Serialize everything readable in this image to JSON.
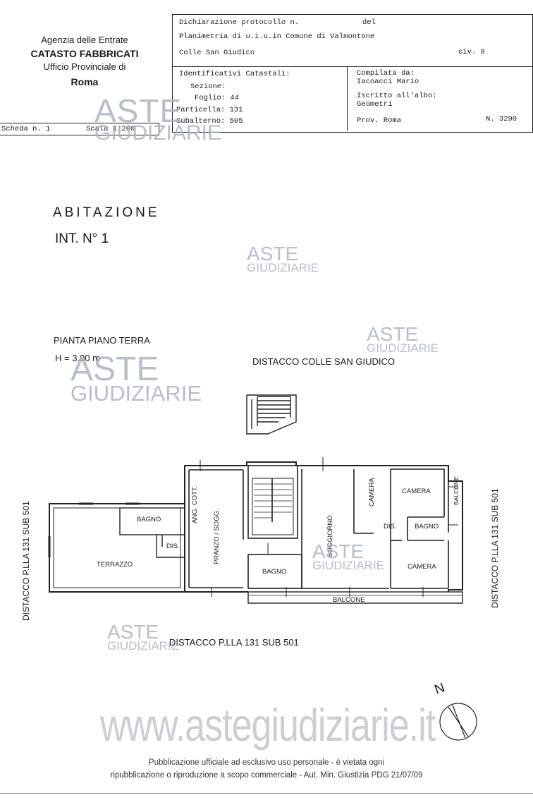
{
  "agency": {
    "line1": "Agenzia delle Entrate",
    "line2": "CATASTO FABBRICATI",
    "line3": "Ufficio Provinciale di",
    "line4": "Roma"
  },
  "scheda": {
    "label": "Scheda n. 1",
    "scala": "Scala 1:200"
  },
  "declaration": {
    "protocol": "Dichiarazione protocollo n.",
    "del": "del",
    "planimetria": "Planimetria di u.i.u.in Comune di Valmontone",
    "address": "Colle San Giudico",
    "civ": "civ. 8"
  },
  "identifiers": {
    "title": "Identificativi Catastali:",
    "sezione": "Sezione:",
    "foglio": "Foglio: 44",
    "particella": "Particella: 131",
    "subalterno": "Subalterno: 505"
  },
  "compiler": {
    "compilata": "Compilata da:",
    "name": "Iacoacci Mario",
    "iscritto": "Iscritto all'albo:",
    "albo": "Geometri",
    "prov": "Prov. Roma",
    "numero": "N. 3290"
  },
  "heading": {
    "title": "ABITAZIONE",
    "interno": "INT. N° 1",
    "floor": "PIANTA PIANO TERRA",
    "height": "H = 3.00 m"
  },
  "plan": {
    "top_label": "DISTACCO  COLLE SAN GIUDICO",
    "bottom_label": "DISTACCO  P.LLA 131  SUB 501",
    "left_label": "DISTACCO  P.LLA 131   SUB 501",
    "right_label": "DISTACCO  P.LLA 131   SUB 501",
    "rooms": {
      "bagno_left": "BAGNO",
      "dis_left": "DIS.",
      "terrazzo": "TERRAZZO",
      "ang_cott": "ANG. COTT.",
      "pranzo": "PRANZO / SOGG.",
      "bagno_mid": "BAGNO",
      "soggiorno": "SOGGIORNO",
      "camera_small": "CAMERA",
      "camera_top": "CAMERA",
      "balcone_side": "BALCONE",
      "dis_right": "DIS.",
      "bagno_right": "BAGNO",
      "camera_bottom": "CAMERA",
      "balcone_bottom": "BALCONE"
    },
    "compass": "N"
  },
  "watermark": {
    "word1": "ASTE",
    "word2": "GIUDIZIARIE",
    "url": "www.astegiudiziarie.it"
  },
  "footer": {
    "line1": "Pubblicazione ufficiale ad esclusivo uso personale - è vietata ogni",
    "line2": "ripubblicazione o riproduzione a scopo commerciale - Aut. Min. Giustizia PDG 21/07/09"
  }
}
